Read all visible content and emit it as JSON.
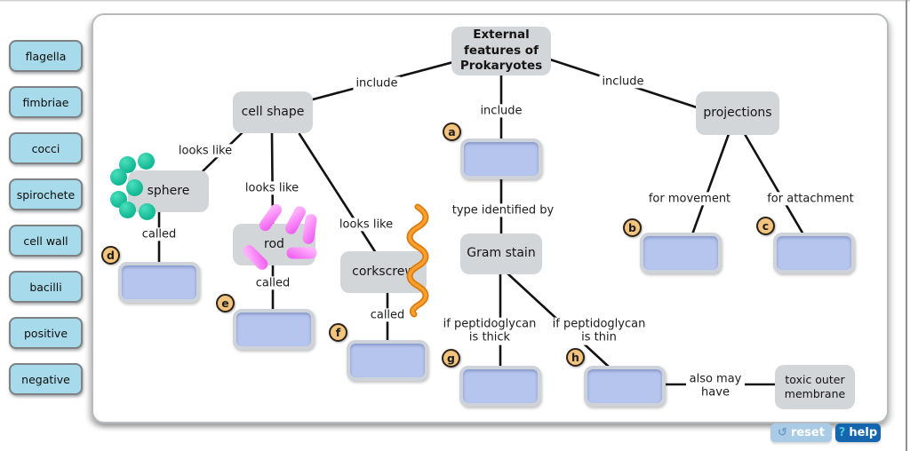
{
  "root": {
    "label": "External features of Prokaryotes"
  },
  "sidebar": {
    "terms": [
      "flagella",
      "fimbriae",
      "cocci",
      "spirochete",
      "cell wall",
      "bacilli",
      "positive",
      "negative"
    ]
  },
  "nodes": {
    "cell_shape": "cell shape",
    "sphere": "sphere",
    "rod": "rod",
    "corkscrew": "corkscrew",
    "gram_stain": "Gram stain",
    "projections": "projections",
    "toxic_outer_membrane": "toxic outer membrane"
  },
  "edge_labels": {
    "include_left": "include",
    "include_middle": "include",
    "include_right": "include",
    "looks_like_sphere": "looks like",
    "looks_like_rod": "looks like",
    "looks_like_corkscrew": "looks like",
    "called_sphere": "called",
    "called_rod": "called",
    "called_corkscrew": "called",
    "type_identified_by": "type identified by",
    "for_movement": "for movement",
    "for_attachment": "for attachment",
    "if_thick": "if peptidoglycan is thick",
    "if_thin": "if peptidoglycan is thin",
    "also_may_have": "also may have"
  },
  "drop_zones": {
    "a": "a",
    "b": "b",
    "c": "c",
    "d": "d",
    "e": "e",
    "f": "f",
    "g": "g",
    "h": "h"
  },
  "controls": {
    "reset": "reset",
    "help": "help",
    "reset_icon": "↺",
    "help_icon": "?"
  },
  "colors": {
    "term_fill": "#a7daea",
    "node_fill": "#d3d6d8",
    "drop_zone_fill": "#b6c5ee",
    "badge_fill": "#f2c47e",
    "cocci_green": "#10b591",
    "rod_pink": "#f263f2",
    "spiral_orange": "#f08c14",
    "reset_button_blue": "#a9cbe6",
    "help_button_blue": "#1566ae",
    "line_black": "#121212"
  }
}
